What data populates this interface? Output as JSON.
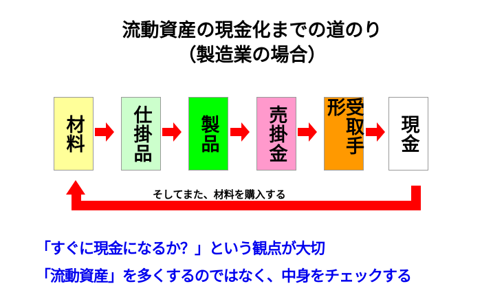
{
  "title": {
    "line1": "流動資産の現金化までの道のり",
    "line2": "（製造業の場合）"
  },
  "flow": [
    {
      "label": "材料",
      "color": "#ffff99"
    },
    {
      "label": "仕掛品",
      "color": "#ccffcc"
    },
    {
      "label": "製品",
      "color": "#00ff00"
    },
    {
      "label": "売掛金",
      "color": "#ff99cc"
    },
    {
      "label": "受取手形",
      "color": "#ff9900"
    },
    {
      "label": "現金",
      "color": "#ffffff"
    }
  ],
  "arrow_color": "#ff0000",
  "loop_label": "そしてまた、材料を購入する",
  "notes": [
    "「すぐに現金になるか？」という観点が大切",
    "「流動資産」を多くするのではなく、中身をチェックする"
  ]
}
